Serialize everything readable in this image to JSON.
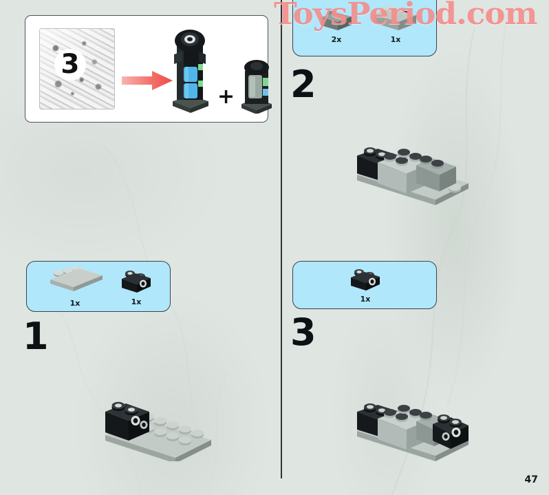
{
  "page": {
    "page_number": "47",
    "background_color": "#dfe5e1",
    "divider_color": "#30353a"
  },
  "watermark": {
    "text": "ToysPeriod.com",
    "color": "#f27d7c"
  },
  "inset": {
    "bag_number": "3",
    "plus_symbol": "+",
    "arrow_color": "#f2635e",
    "bag_label": "parts-bag-3",
    "model_label": "completed-model",
    "submodel_label": "secondary-model"
  },
  "steps": [
    {
      "id": "step-1",
      "number": "1",
      "parts": [
        {
          "name": "plate-2x6-light-gray",
          "qty": "1x"
        },
        {
          "name": "technic-brick-1x2-black",
          "qty": "1x"
        }
      ]
    },
    {
      "id": "step-2",
      "number": "2",
      "parts": [
        {
          "name": "brick-1x2-dark-gray",
          "qty": "2x"
        },
        {
          "name": "brick-2x4-light-gray",
          "qty": "1x"
        }
      ]
    },
    {
      "id": "step-3",
      "number": "3",
      "parts": [
        {
          "name": "technic-brick-1x2-black",
          "qty": "1x"
        }
      ]
    }
  ],
  "colors": {
    "parts_box_fill": "#b0e7fb",
    "parts_box_border": "#38424e",
    "inset_fill": "#ffffff",
    "inset_border": "#4a5560",
    "brick_light_gray": "#c4cbc8",
    "brick_mid_gray": "#9aa5a2",
    "brick_dark_gray": "#7b8683",
    "brick_black": "#1c1f22"
  }
}
